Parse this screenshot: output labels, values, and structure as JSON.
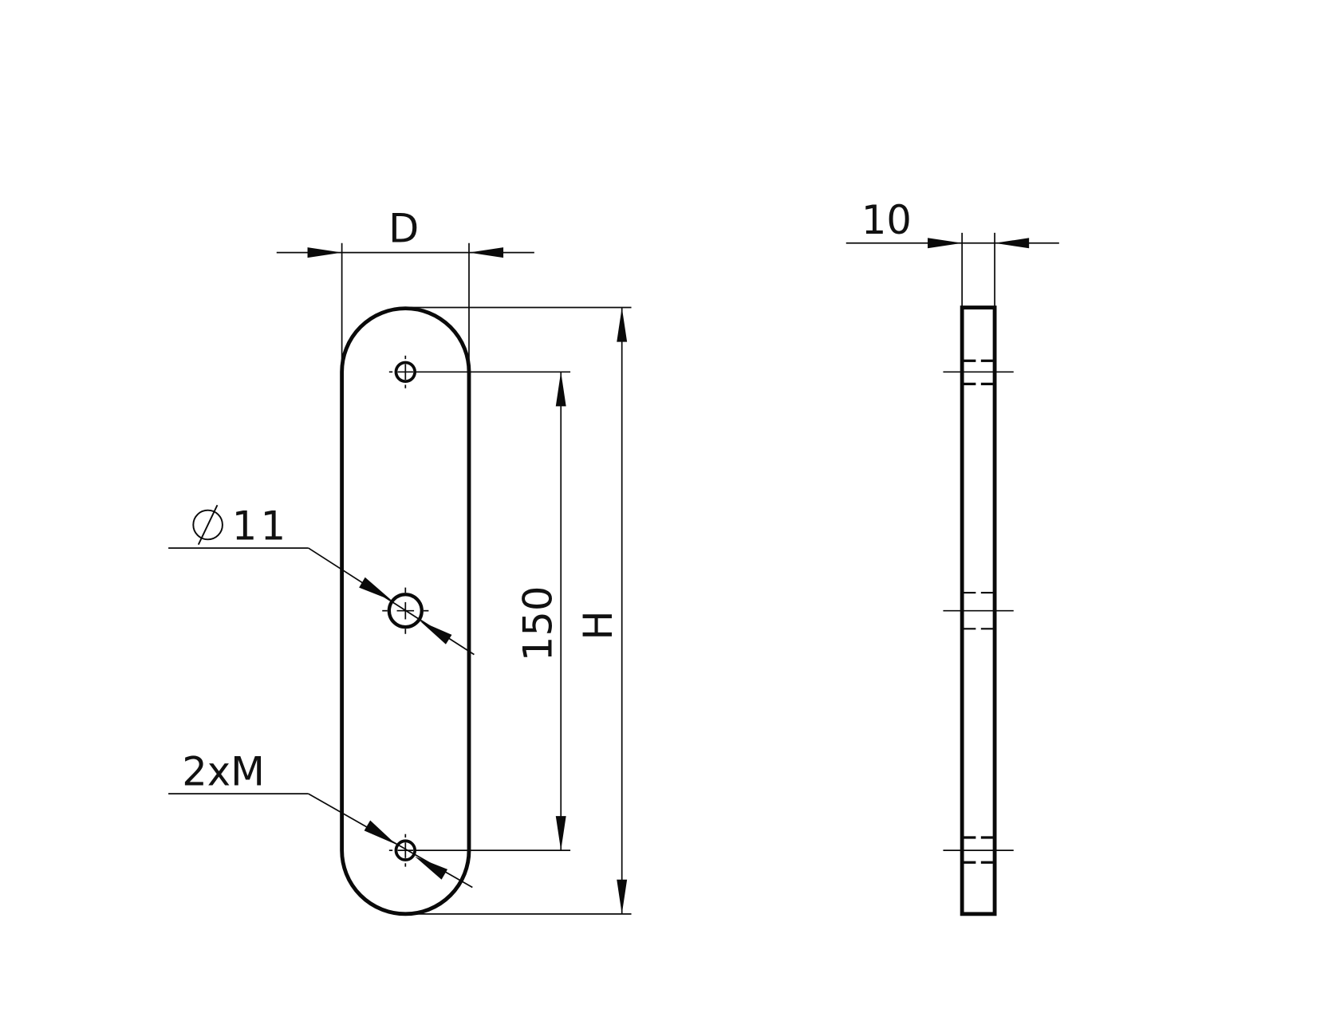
{
  "drawing": {
    "type": "technical-drawing",
    "part": "slotted plate with three holes",
    "views": [
      {
        "name": "front-view"
      },
      {
        "name": "side-view"
      }
    ],
    "dimensions": {
      "width_label": "D",
      "height_label": "H",
      "hole_spacing_label": "150",
      "center_hole_label": "Ø11",
      "center_hole_symbol": "∅",
      "center_hole_value": "11",
      "thread_holes_label": "2xM",
      "thickness_label": "10"
    },
    "colors": {
      "line": "#0a0a0a",
      "background": "#ffffff"
    }
  }
}
